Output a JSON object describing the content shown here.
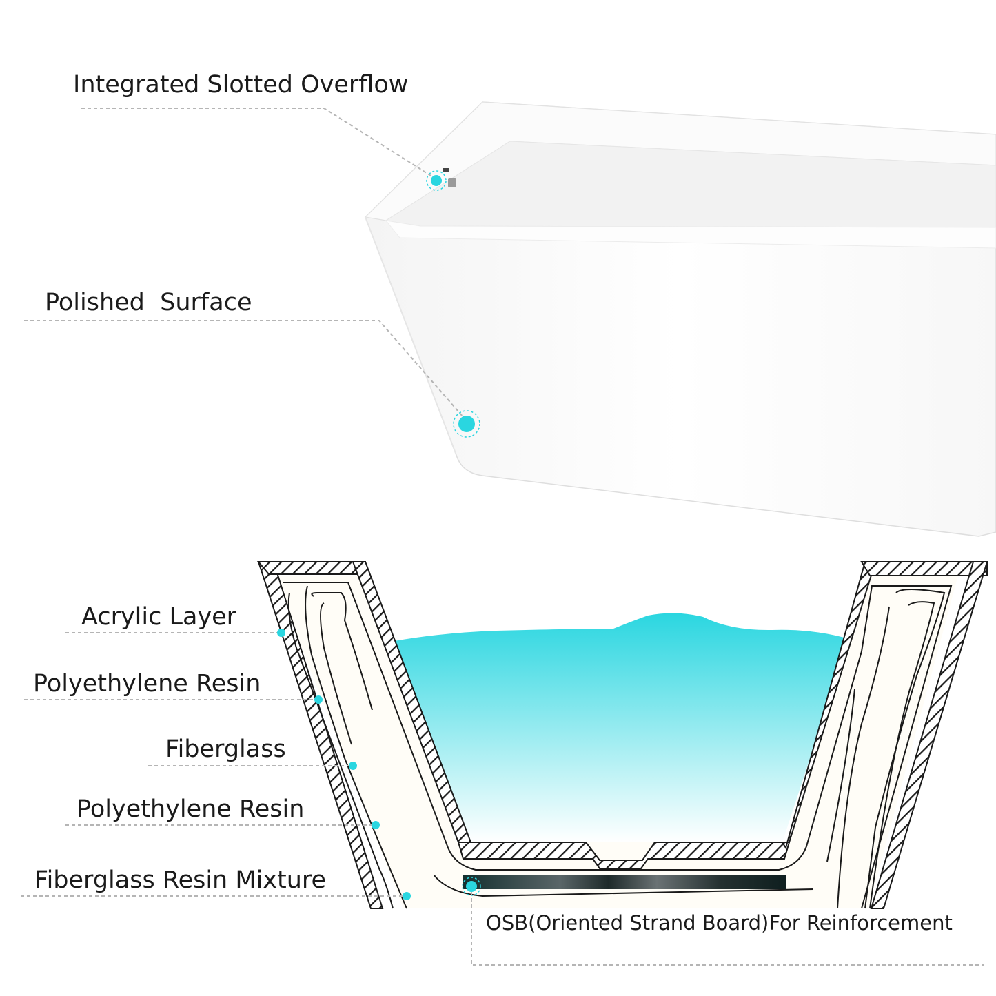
{
  "callouts": {
    "overflow": "Integrated Slotted Overflow",
    "surface": "Polished  Surface",
    "acrylic": "Acrylic Layer",
    "poly_resin_1": "Polyethylene Resin",
    "fiberglass": "Fiberglass",
    "poly_resin_2": "Polyethylene Resin",
    "fiberglass_mix": "Fiberglass Resin Mixture",
    "osb": "OSB(Oriented Strand Board)For Reinforcement"
  },
  "colors": {
    "accent": "#2ad6e0",
    "leader": "#b5b5b5",
    "hatch": "#1a1a1a"
  }
}
